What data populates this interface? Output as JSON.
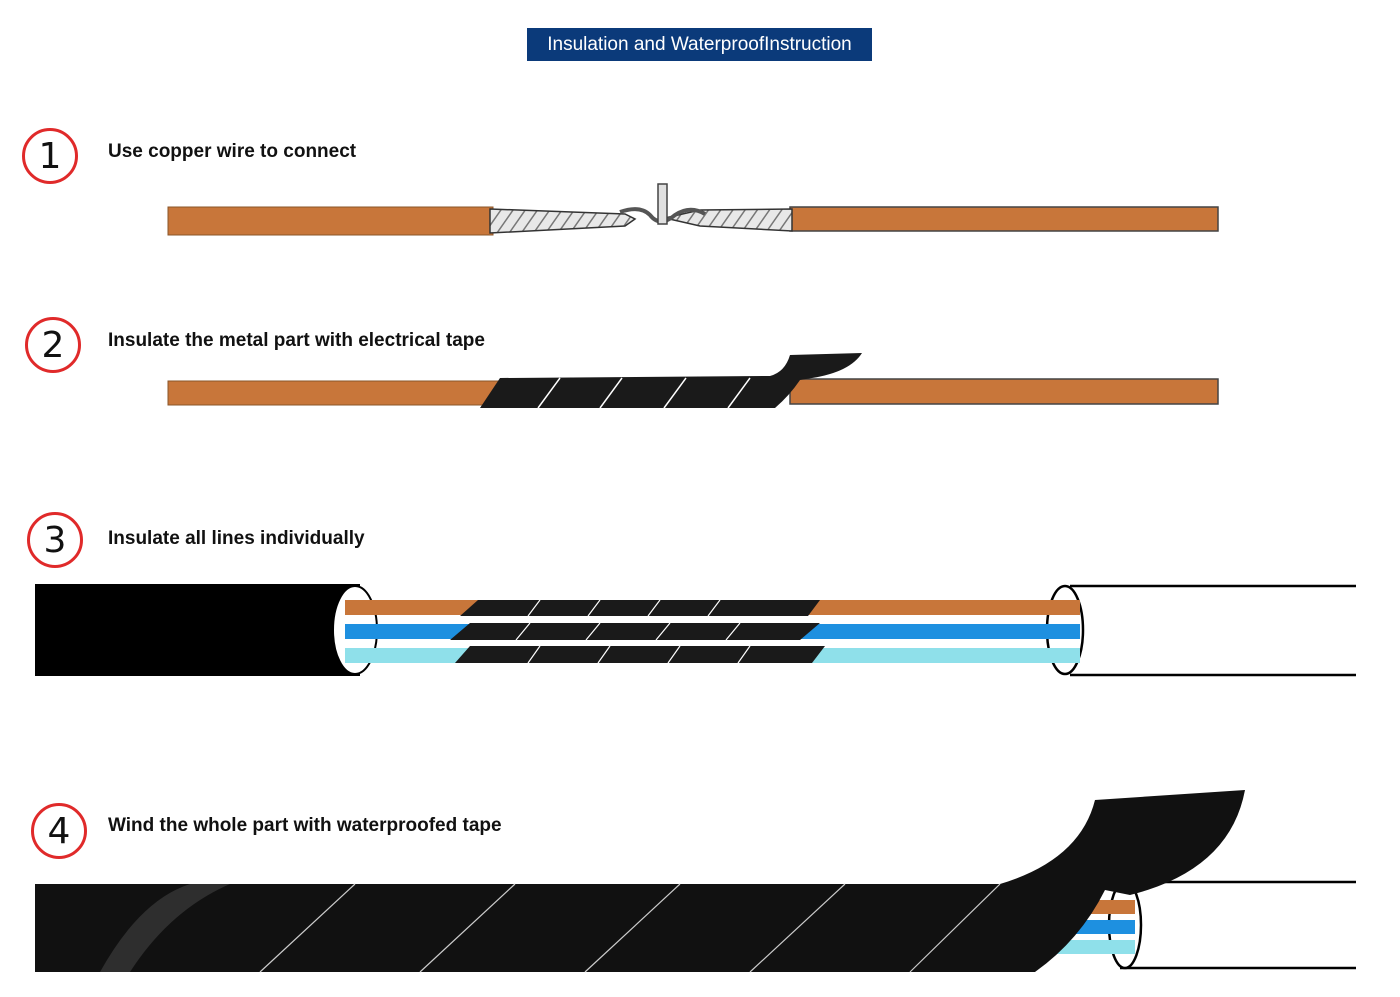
{
  "title": "Insulation and WaterproofInstruction",
  "steps": [
    {
      "number": "1",
      "label": "Use copper wire to connect"
    },
    {
      "number": "2",
      "label": "Insulate the metal part with electrical tape"
    },
    {
      "number": "3",
      "label": "Insulate all lines individually"
    },
    {
      "number": "4",
      "label": "Wind the whole part with waterproofed tape"
    }
  ],
  "colors": {
    "title_bg": "#0b3a7a",
    "circle": "#e02a2a",
    "copper_wire": "#c8763a",
    "tape": "#1a1a1a",
    "blue_wire": "#1e90e0",
    "light_blue_wire": "#8fe0ea"
  }
}
